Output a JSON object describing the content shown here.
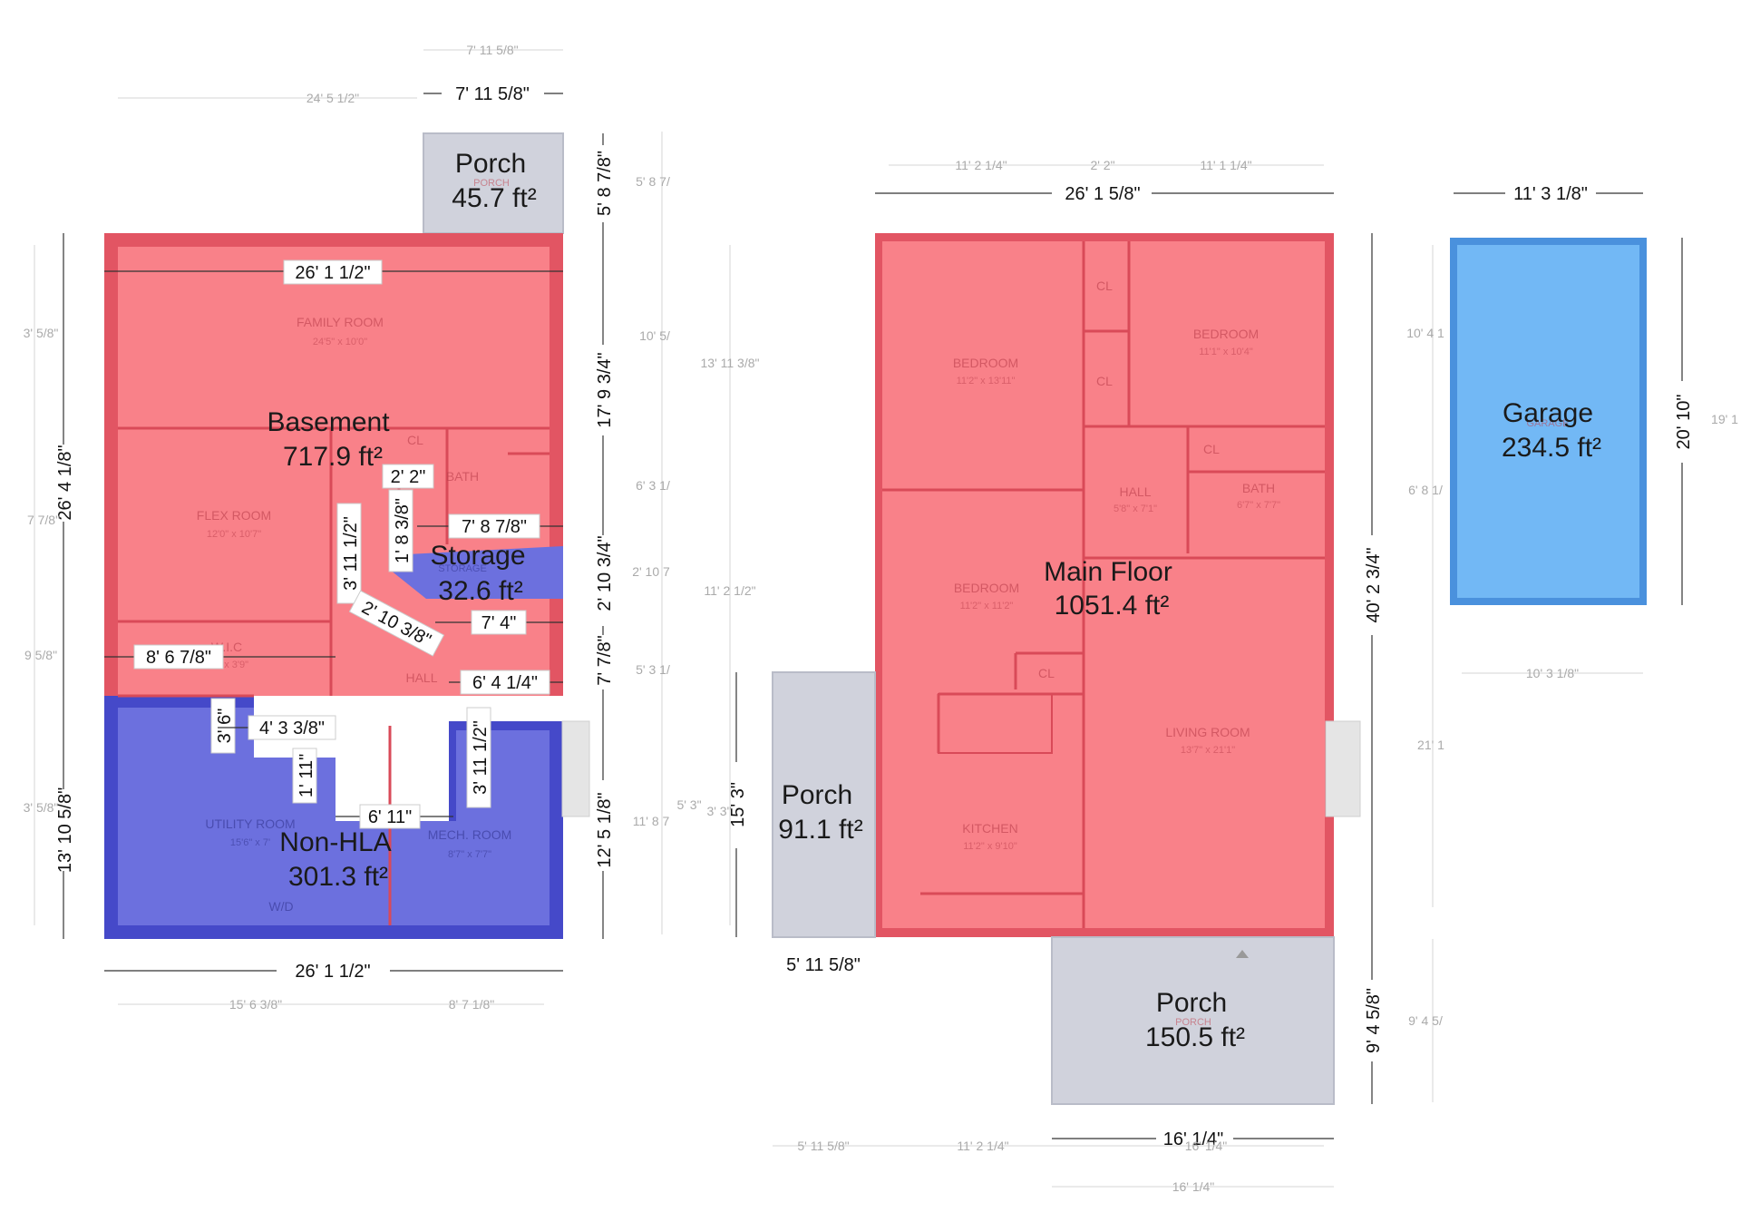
{
  "areas": {
    "basement": {
      "name": "Basement",
      "area": "717.9 ft²"
    },
    "storage": {
      "name": "Storage",
      "area": "32.6 ft²"
    },
    "nonhla": {
      "name": "Non-HLA",
      "area": "301.3 ft²"
    },
    "porch_basement": {
      "name": "Porch",
      "area": "45.7 ft²"
    },
    "main_floor": {
      "name": "Main Floor",
      "area": "1051.4 ft²"
    },
    "porch_left": {
      "name": "Porch",
      "area": "91.1 ft²"
    },
    "porch_bottom": {
      "name": "Porch",
      "area": "150.5 ft²"
    },
    "garage": {
      "name": "Garage",
      "area": "234.5 ft²"
    }
  },
  "rooms": {
    "family": {
      "name": "FAMILY ROOM",
      "size": "24'5\" x 10'0\""
    },
    "flex": {
      "name": "FLEX ROOM",
      "size": "12'0\" x 10'7\""
    },
    "bath_b": {
      "name": "BATH"
    },
    "cl_b": {
      "name": "CL"
    },
    "wic": {
      "name": "W.I.C",
      "size": "8'0\" x 3'9\""
    },
    "hall_b": {
      "name": "HALL"
    },
    "utility": {
      "name": "UTILITY ROOM",
      "size": "15'6\" x 7'"
    },
    "mech": {
      "name": "MECH. ROOM",
      "size": "8'7\" x 7'7\""
    },
    "wd": {
      "name": "W/D"
    },
    "porch_b_label": {
      "name": "PORCH"
    },
    "storage_label": {
      "name": "STORAGE"
    },
    "bedroom1": {
      "name": "BEDROOM",
      "size": "11'2\" x 13'11\""
    },
    "bedroom2": {
      "name": "BEDROOM",
      "size": "11'1\" x 10'4\""
    },
    "bedroom3": {
      "name": "BEDROOM",
      "size": "11'2\" x 11'2\""
    },
    "cl1": {
      "name": "CL"
    },
    "cl2": {
      "name": "CL"
    },
    "cl3": {
      "name": "CL"
    },
    "cl4": {
      "name": "CL"
    },
    "hall_m": {
      "name": "HALL",
      "size": "5'8\" x 7'1\""
    },
    "bath_m": {
      "name": "BATH",
      "size": "6'7\" x 7'7\""
    },
    "kitchen": {
      "name": "KITCHEN",
      "size": "11'2\" x 9'10\""
    },
    "living": {
      "name": "LIVING ROOM",
      "size": "13'7\" x 21'1\""
    },
    "porch_m_label": {
      "name": "PORCH"
    },
    "garage_label": {
      "name": "GARAGE"
    }
  },
  "dims": {
    "b_top_faint1": "7' 11 5/8\"",
    "b_top_faint2": "24' 5 1/2\"",
    "b_porch_w": "7' 11 5/8\"",
    "b_width_top": "26' 1 1/2\"",
    "b_width_bottom": "26' 1 1/2\"",
    "b_bottom_faint1": "15' 6 3/8\"",
    "b_bottom_faint2": "8' 7 1/8\"",
    "b_left_top": "26' 4 1/8\"",
    "b_left_bottom": "13' 10 5/8\"",
    "b_left_faint1": "3' 5/8\"",
    "b_left_faint2": "7 7/8\"",
    "b_left_faint3": "9 5/8\"",
    "b_left_faint4": "3' 5/8\"",
    "b_right_porch": "5' 8 7/8\"",
    "b_right_1": "17' 9 3/4\"",
    "b_right_2": "2' 10 3/4\"",
    "b_right_3": "7' 7/8\"",
    "b_right_4": "12' 5 1/8\"",
    "b_right_faint1": "5' 8 7/",
    "b_right_faint2": "10' 5/",
    "b_right_faint3": "6' 3 1/",
    "b_right_faint4": "2' 10 7",
    "b_right_faint5": "5' 3 1/",
    "b_right_faint6": "11' 8 7",
    "in_2_2": "2' 2\"",
    "in_1_8": "1' 8 3/8\"",
    "in_3_11a": "3' 11 1/2\"",
    "in_7_8": "7' 8 7/8\"",
    "in_7_4": "7' 4\"",
    "in_2_10": "2' 10 3/8\"",
    "in_8_6": "8' 6 7/8\"",
    "in_6_4": "6' 4 1/4\"",
    "in_3_6": "3' 6\"",
    "in_4_3": "4' 3 3/8\"",
    "in_1_11": "1' 11\"",
    "in_3_11b": "3' 11 1/2\"",
    "in_6_11": "6' 11\"",
    "m_top_faint1": "11' 2 1/4\"",
    "m_top_faint2": "2' 2\"",
    "m_top_faint3": "11' 1 1/4\"",
    "m_width_top": "26' 1 5/8\"",
    "m_left_faint1": "13' 11 3/8\"",
    "m_left_faint2": "11' 2 1/2\"",
    "m_left_faint3": "5' 3\"",
    "m_left_faint4": "3' 3\"",
    "m_porch_h": "15' 3\"",
    "m_porch_w": "5' 11 5/8\"",
    "m_right_main": "40' 2 3/4\"",
    "m_right_porch": "9' 4 5/8\"",
    "m_right_faint": "9' 4 5/",
    "m_bottom_porch": "16' 1/4\"",
    "m_bottom_faint1": "5' 11 5/8\"",
    "m_bottom_faint2": "11' 2 1/4\"",
    "m_bottom_faint3": "16' 1/4\"",
    "m_bottom_faint4": "16' 1/4\"",
    "g_width": "11' 3 1/8\"",
    "g_height": "20' 10\"",
    "g_left_faint1": "10' 4 1",
    "g_left_faint2": "6' 8 1/",
    "g_left_faint3": "21' 1",
    "g_right_faint": "19' 1",
    "g_bottom_faint": "10' 3 1/8\""
  }
}
